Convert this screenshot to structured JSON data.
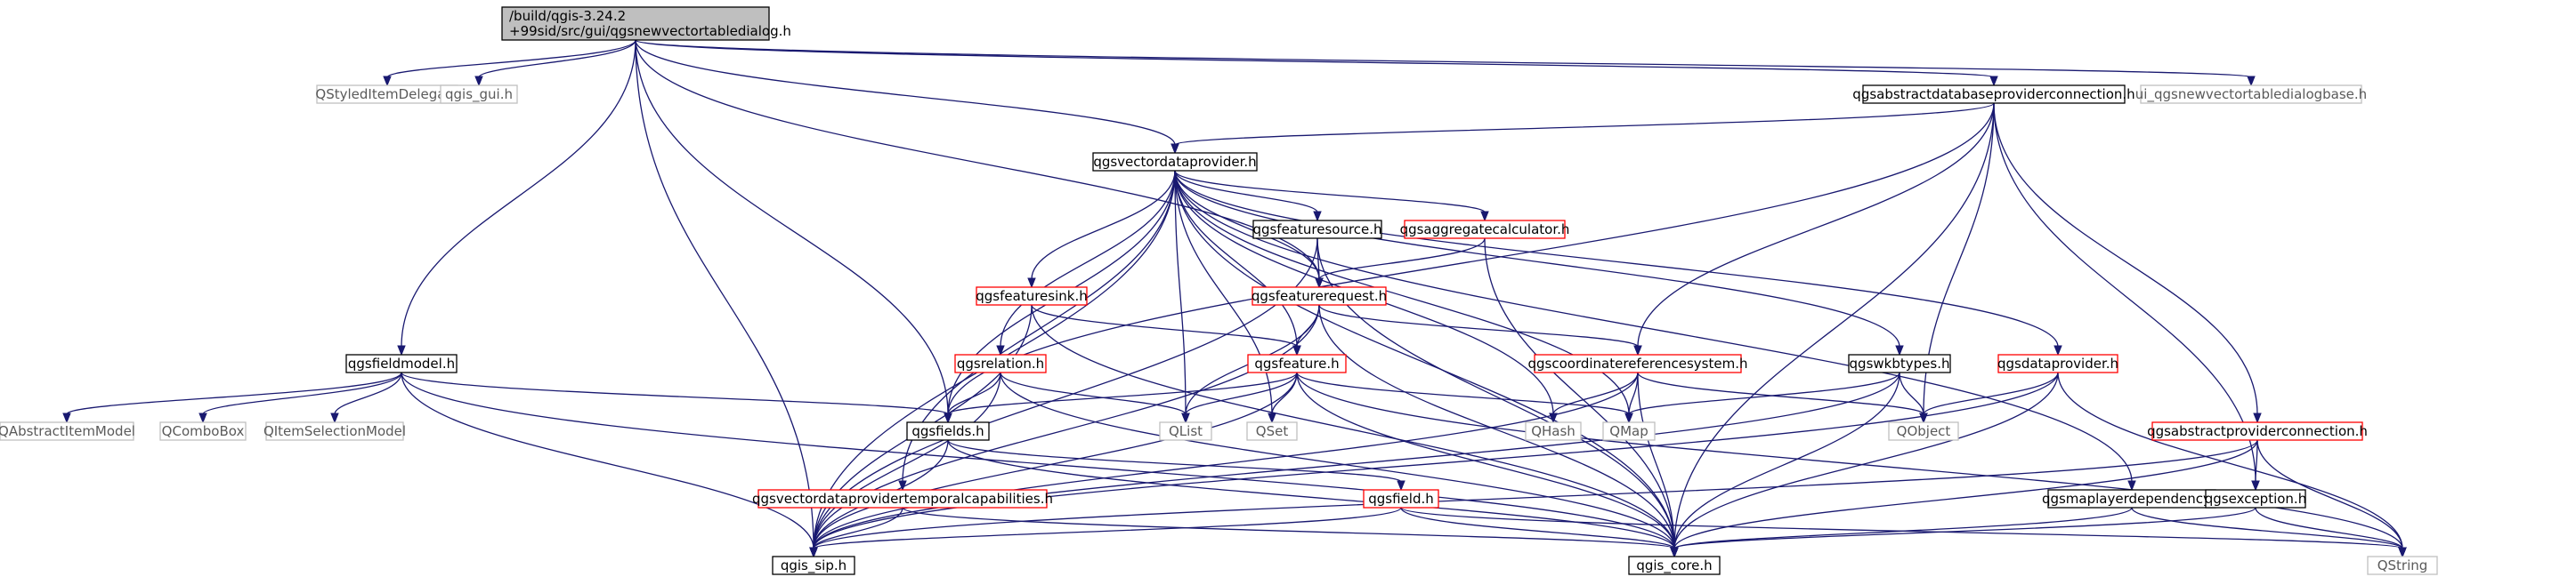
{
  "colors": {
    "edge": "#191970",
    "border_normal": "#000000",
    "border_red": "#ff0000",
    "border_external": "#bfbfbf",
    "root_fill": "#bfbfbf"
  },
  "nodes": [
    {
      "id": "root",
      "lines": [
        "/build/qgis-3.24.2",
        "+99sid/src/gui/qgsnewvectortabledialog.h"
      ],
      "style": "root"
    },
    {
      "id": "qstyleditemdelegate",
      "lines": [
        "QStyledItemDelegate"
      ],
      "style": "external"
    },
    {
      "id": "qgis_gui",
      "lines": [
        "qgis_gui.h"
      ],
      "style": "external"
    },
    {
      "id": "qgsabstractdatabaseproviderconnection",
      "lines": [
        "qgsabstractdatabaseproviderconnection.h"
      ],
      "style": "normal"
    },
    {
      "id": "ui_qgsnewvectortabledialogbase",
      "lines": [
        "ui_qgsnewvectortabledialogbase.h"
      ],
      "style": "external"
    },
    {
      "id": "qgsvectordataprovider",
      "lines": [
        "qgsvectordataprovider.h"
      ],
      "style": "normal"
    },
    {
      "id": "qgsfeaturesource",
      "lines": [
        "qgsfeaturesource.h"
      ],
      "style": "normal"
    },
    {
      "id": "qgsaggregatecalculator",
      "lines": [
        "qgsaggregatecalculator.h"
      ],
      "style": "red"
    },
    {
      "id": "qgsfeaturesink",
      "lines": [
        "qgsfeaturesink.h"
      ],
      "style": "red"
    },
    {
      "id": "qgsfeaturerequest",
      "lines": [
        "qgsfeaturerequest.h"
      ],
      "style": "red"
    },
    {
      "id": "qgsfieldmodel",
      "lines": [
        "qgsfieldmodel.h"
      ],
      "style": "normal"
    },
    {
      "id": "qgsrelation",
      "lines": [
        "qgsrelation.h"
      ],
      "style": "red"
    },
    {
      "id": "qgsfeature",
      "lines": [
        "qgsfeature.h"
      ],
      "style": "red"
    },
    {
      "id": "qgscoordinatereferencesystem",
      "lines": [
        "qgscoordinatereferencesystem.h"
      ],
      "style": "red"
    },
    {
      "id": "qgswkbtypes",
      "lines": [
        "qgswkbtypes.h"
      ],
      "style": "normal"
    },
    {
      "id": "qgsdataprovider",
      "lines": [
        "qgsdataprovider.h"
      ],
      "style": "red"
    },
    {
      "id": "qabstractitemmodel",
      "lines": [
        "QAbstractItemModel"
      ],
      "style": "external"
    },
    {
      "id": "qcombobox",
      "lines": [
        "QComboBox"
      ],
      "style": "external"
    },
    {
      "id": "qitemselectionmodel",
      "lines": [
        "QItemSelectionModel"
      ],
      "style": "external"
    },
    {
      "id": "qgsfields",
      "lines": [
        "qgsfields.h"
      ],
      "style": "normal"
    },
    {
      "id": "qlist",
      "lines": [
        "QList"
      ],
      "style": "external"
    },
    {
      "id": "qset",
      "lines": [
        "QSet"
      ],
      "style": "external"
    },
    {
      "id": "qhash",
      "lines": [
        "QHash"
      ],
      "style": "external"
    },
    {
      "id": "qmap",
      "lines": [
        "QMap"
      ],
      "style": "external"
    },
    {
      "id": "qobject",
      "lines": [
        "QObject"
      ],
      "style": "external"
    },
    {
      "id": "qgsabstractproviderconnection",
      "lines": [
        "qgsabstractproviderconnection.h"
      ],
      "style": "red"
    },
    {
      "id": "qgsvectordataprovidertemporalcapabilities",
      "lines": [
        "qgsvectordataprovidertemporalcapabilities.h"
      ],
      "style": "red"
    },
    {
      "id": "qgsfield",
      "lines": [
        "qgsfield.h"
      ],
      "style": "red"
    },
    {
      "id": "qgsmaplayerdependency",
      "lines": [
        "qgsmaplayerdependency.h"
      ],
      "style": "normal"
    },
    {
      "id": "qgsexception",
      "lines": [
        "qgsexception.h"
      ],
      "style": "normal"
    },
    {
      "id": "qgis_sip",
      "lines": [
        "qgis_sip.h"
      ],
      "style": "normal"
    },
    {
      "id": "qgis_core",
      "lines": [
        "qgis_core.h"
      ],
      "style": "normal"
    },
    {
      "id": "qstring",
      "lines": [
        "QString"
      ],
      "style": "external"
    }
  ],
  "edges": [
    [
      "root",
      "qstyleditemdelegate"
    ],
    [
      "root",
      "qgis_gui"
    ],
    [
      "root",
      "qgsabstractdatabaseproviderconnection"
    ],
    [
      "root",
      "ui_qgsnewvectortabledialogbase"
    ],
    [
      "root",
      "qgsvectordataprovider"
    ],
    [
      "root",
      "qgsfieldmodel"
    ],
    [
      "root",
      "qgsfields"
    ],
    [
      "root",
      "qgis_sip"
    ],
    [
      "root",
      "qgsfeaturerequest"
    ],
    [
      "qgsabstractdatabaseproviderconnection",
      "qgsvectordataprovider"
    ],
    [
      "qgsabstractdatabaseproviderconnection",
      "qgscoordinatereferencesystem"
    ],
    [
      "qgsabstractdatabaseproviderconnection",
      "qobject"
    ],
    [
      "qgsabstractdatabaseproviderconnection",
      "qgsabstractproviderconnection"
    ],
    [
      "qgsabstractdatabaseproviderconnection",
      "qgsexception"
    ],
    [
      "qgsabstractdatabaseproviderconnection",
      "qgis_core"
    ],
    [
      "qgsabstractdatabaseproviderconnection",
      "qgsfields"
    ],
    [
      "qgsvectordataprovider",
      "qgsfeaturesource"
    ],
    [
      "qgsvectordataprovider",
      "qgsaggregatecalculator"
    ],
    [
      "qgsvectordataprovider",
      "qgsfeaturesink"
    ],
    [
      "qgsvectordataprovider",
      "qgsfeaturerequest"
    ],
    [
      "qgsvectordataprovider",
      "qgsrelation"
    ],
    [
      "qgsvectordataprovider",
      "qgsfeature"
    ],
    [
      "qgsvectordataprovider",
      "qgswkbtypes"
    ],
    [
      "qgsvectordataprovider",
      "qgsdataprovider"
    ],
    [
      "qgsvectordataprovider",
      "qlist"
    ],
    [
      "qgsvectordataprovider",
      "qset"
    ],
    [
      "qgsvectordataprovider",
      "qhash"
    ],
    [
      "qgsvectordataprovider",
      "qmap"
    ],
    [
      "qgsvectordataprovider",
      "qgsvectordataprovidertemporalcapabilities"
    ],
    [
      "qgsvectordataprovider",
      "qgsmaplayerdependency"
    ],
    [
      "qgsvectordataprovider",
      "qgis_sip"
    ],
    [
      "qgsvectordataprovider",
      "qgis_core"
    ],
    [
      "qgsvectordataprovider",
      "qgsfields"
    ],
    [
      "qgsfeaturesource",
      "qgsfeaturerequest"
    ],
    [
      "qgsfeaturesource",
      "qgis_sip"
    ],
    [
      "qgsfeaturesource",
      "qgis_core"
    ],
    [
      "qgsaggregatecalculator",
      "qgsfeaturerequest"
    ],
    [
      "qgsaggregatecalculator",
      "qgis_core"
    ],
    [
      "qgsfeaturesink",
      "qgsfeature"
    ],
    [
      "qgsfeaturesink",
      "qgis_sip"
    ],
    [
      "qgsfeaturesink",
      "qgis_core"
    ],
    [
      "qgsfeaturerequest",
      "qgsfeature"
    ],
    [
      "qgsfeaturerequest",
      "qgscoordinatereferencesystem"
    ],
    [
      "qgsfeaturerequest",
      "qlist"
    ],
    [
      "qgsfeaturerequest",
      "qgis_sip"
    ],
    [
      "qgsfeaturerequest",
      "qgis_core"
    ],
    [
      "qgsfieldmodel",
      "qabstractitemmodel"
    ],
    [
      "qgsfieldmodel",
      "qcombobox"
    ],
    [
      "qgsfieldmodel",
      "qitemselectionmodel"
    ],
    [
      "qgsfieldmodel",
      "qgsfields"
    ],
    [
      "qgsfieldmodel",
      "qgis_sip"
    ],
    [
      "qgsfieldmodel",
      "qgis_core"
    ],
    [
      "qgsrelation",
      "qgsfields"
    ],
    [
      "qgsrelation",
      "qlist"
    ],
    [
      "qgsrelation",
      "qgis_sip"
    ],
    [
      "qgsrelation",
      "qgis_core"
    ],
    [
      "qgsfeature",
      "qgsfields"
    ],
    [
      "qgsfeature",
      "qlist"
    ],
    [
      "qgsfeature",
      "qset"
    ],
    [
      "qgsfeature",
      "qmap"
    ],
    [
      "qgsfeature",
      "qstring"
    ],
    [
      "qgsfeature",
      "qgis_sip"
    ],
    [
      "qgsfeature",
      "qgis_core"
    ],
    [
      "qgscoordinatereferencesystem",
      "qhash"
    ],
    [
      "qgscoordinatereferencesystem",
      "qmap"
    ],
    [
      "qgscoordinatereferencesystem",
      "qobject"
    ],
    [
      "qgscoordinatereferencesystem",
      "qgis_sip"
    ],
    [
      "qgscoordinatereferencesystem",
      "qgis_core"
    ],
    [
      "qgswkbtypes",
      "qmap"
    ],
    [
      "qgswkbtypes",
      "qobject"
    ],
    [
      "qgswkbtypes",
      "qgis_sip"
    ],
    [
      "qgswkbtypes",
      "qgis_core"
    ],
    [
      "qgsdataprovider",
      "qobject"
    ],
    [
      "qgsdataprovider",
      "qstring"
    ],
    [
      "qgsdataprovider",
      "qgis_core"
    ],
    [
      "qgsdataprovider",
      "qgis_sip"
    ],
    [
      "qgsfields",
      "qgsfield"
    ],
    [
      "qgsfields",
      "qgis_sip"
    ],
    [
      "qgsfields",
      "qgis_core"
    ],
    [
      "qgsabstractproviderconnection",
      "qgsexception"
    ],
    [
      "qgsabstractproviderconnection",
      "qstring"
    ],
    [
      "qgsabstractproviderconnection",
      "qgis_core"
    ],
    [
      "qgsabstractproviderconnection",
      "qgis_sip"
    ],
    [
      "qgsvectordataprovidertemporalcapabilities",
      "qgis_sip"
    ],
    [
      "qgsvectordataprovidertemporalcapabilities",
      "qgis_core"
    ],
    [
      "qgsfield",
      "qgis_sip"
    ],
    [
      "qgsfield",
      "qgis_core"
    ],
    [
      "qgsfield",
      "qstring"
    ],
    [
      "qgsmaplayerdependency",
      "qgis_core"
    ],
    [
      "qgsmaplayerdependency",
      "qstring"
    ],
    [
      "qgsexception",
      "qgis_core"
    ],
    [
      "qgsexception",
      "qstring"
    ]
  ]
}
